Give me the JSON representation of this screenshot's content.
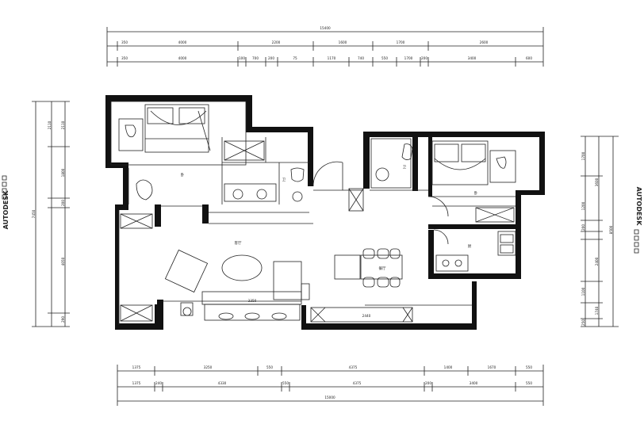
{
  "diagram": {
    "watermark": "AUTODESK",
    "total_top": "15400",
    "total_bottom": "15000",
    "top_row1": [
      "350",
      "4000",
      "2200",
      "1600",
      "1700",
      "2600"
    ],
    "top_row2": [
      "350",
      "4000",
      "100",
      "700",
      "200",
      "75",
      "1170",
      "740",
      "550",
      "1700",
      "200",
      "3400",
      "600"
    ],
    "bottom_row1": [
      "1375",
      "3250",
      "550",
      "4375",
      "1400",
      "1670",
      "550"
    ],
    "bottom_row2": [
      "1375",
      "240",
      "4330",
      "550",
      "4375",
      "200",
      "3400",
      "550"
    ],
    "left_total": "7450",
    "left_segments": [
      "2110",
      "2110",
      "1800",
      "200",
      "4050",
      "290"
    ],
    "right_total": "8500",
    "right_segments": [
      "1700",
      "3600",
      "1200",
      "200",
      "2400",
      "1100",
      "1740",
      "250"
    ],
    "rooms": [
      {
        "id": "bedroom-1",
        "label": "卧"
      },
      {
        "id": "bath-1",
        "label": "卫"
      },
      {
        "id": "bath-2",
        "label": "卫"
      },
      {
        "id": "bedroom-2",
        "label": "卧"
      },
      {
        "id": "living",
        "label": "客厅"
      },
      {
        "id": "dining",
        "label": "餐厅"
      },
      {
        "id": "kitchen",
        "label": "厨"
      }
    ],
    "furniture": {
      "tv_cabinet": "3350",
      "cabinet": "2440"
    }
  }
}
